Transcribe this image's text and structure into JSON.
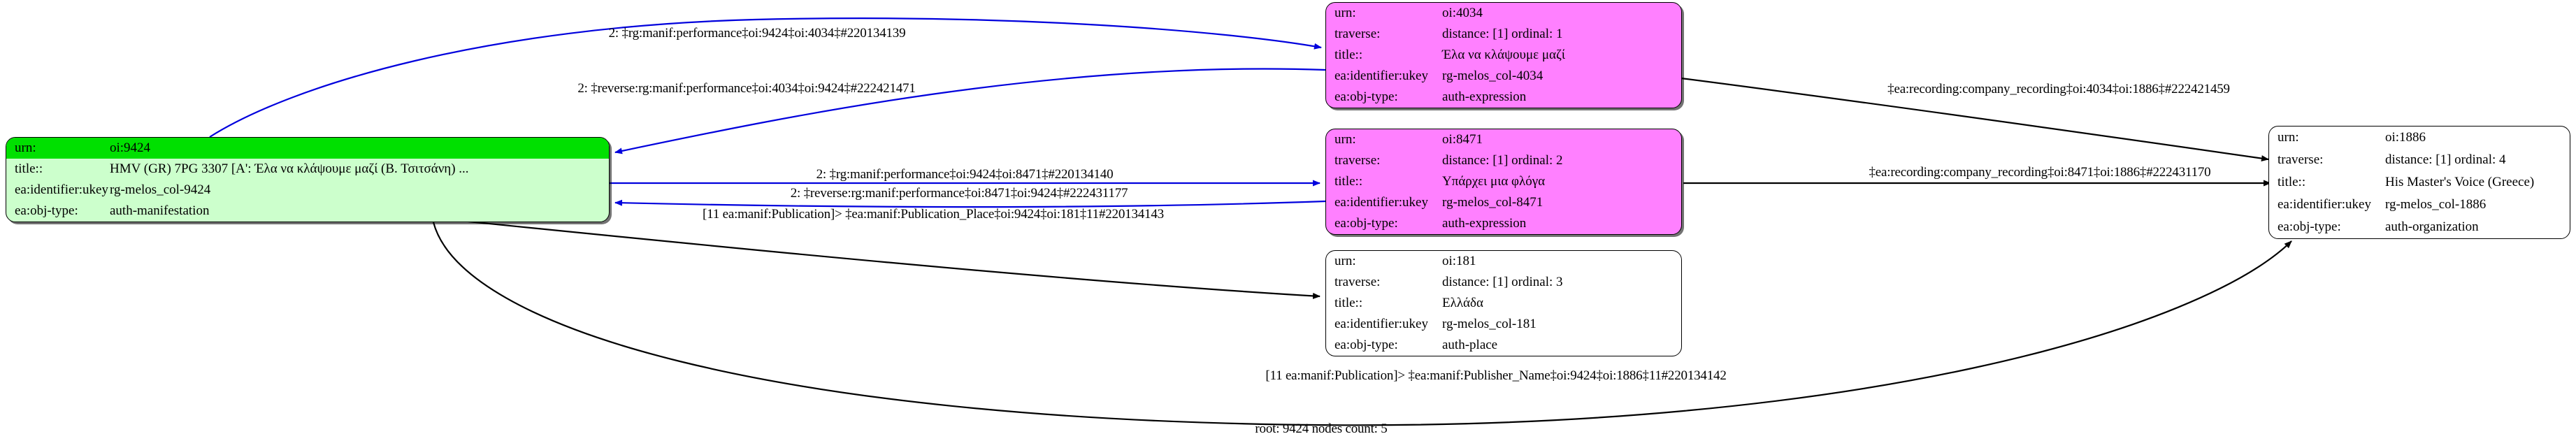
{
  "graph": {
    "footer": "root: 9424 nodes count: 5",
    "colors": {
      "green_fill": "#ccffcc",
      "green_header": "#00e000",
      "pink_fill": "#ff80ff",
      "plain_fill": "#ffffff",
      "blue_edge": "#0000dd",
      "black_edge": "#000000"
    }
  },
  "nodes": [
    {
      "id": "n9424",
      "style": "green",
      "rows": [
        {
          "key": "urn:",
          "value": "oi:9424",
          "highlight": true
        },
        {
          "key": "title::",
          "value": "HMV (GR) 7PG 3307 [A': Έλα να κλάψουμε μαζί (Β. Τσιτσάνη) ...",
          "highlight": false
        },
        {
          "key": "ea:identifier:ukey",
          "value": "rg-melos_col-9424",
          "highlight": false
        },
        {
          "key": "ea:obj-type:",
          "value": "auth-manifestation",
          "highlight": false
        }
      ]
    },
    {
      "id": "n4034",
      "style": "pink",
      "rows": [
        {
          "key": "urn:",
          "value": "oi:4034",
          "highlight": false
        },
        {
          "key": "traverse:",
          "value": "distance: [1]     ordinal: 1",
          "highlight": false
        },
        {
          "key": "title::",
          "value": "Έλα να κλάψουμε μαζί",
          "highlight": false
        },
        {
          "key": "ea:identifier:ukey",
          "value": "rg-melos_col-4034",
          "highlight": false
        },
        {
          "key": "ea:obj-type:",
          "value": "auth-expression",
          "highlight": false
        }
      ]
    },
    {
      "id": "n8471",
      "style": "pink",
      "rows": [
        {
          "key": "urn:",
          "value": "oi:8471",
          "highlight": false
        },
        {
          "key": "traverse:",
          "value": "distance: [1]     ordinal: 2",
          "highlight": false
        },
        {
          "key": "title::",
          "value": "Υπάρχει μια φλόγα",
          "highlight": false
        },
        {
          "key": "ea:identifier:ukey",
          "value": "rg-melos_col-8471",
          "highlight": false
        },
        {
          "key": "ea:obj-type:",
          "value": "auth-expression",
          "highlight": false
        }
      ]
    },
    {
      "id": "n181",
      "style": "plain",
      "rows": [
        {
          "key": "urn:",
          "value": "oi:181",
          "highlight": false
        },
        {
          "key": "traverse:",
          "value": "distance: [1]     ordinal: 3",
          "highlight": false
        },
        {
          "key": "title::",
          "value": "Ελλάδα",
          "highlight": false
        },
        {
          "key": "ea:identifier:ukey",
          "value": "rg-melos_col-181",
          "highlight": false
        },
        {
          "key": "ea:obj-type:",
          "value": "auth-place",
          "highlight": false
        }
      ]
    },
    {
      "id": "n1886",
      "style": "plain",
      "rows": [
        {
          "key": "urn:",
          "value": "oi:1886",
          "highlight": false
        },
        {
          "key": "traverse:",
          "value": "distance: [1]     ordinal: 4",
          "highlight": false
        },
        {
          "key": "title::",
          "value": "His Master's Voice (Greece)",
          "highlight": false
        },
        {
          "key": "ea:identifier:ukey",
          "value": "rg-melos_col-1886",
          "highlight": false
        },
        {
          "key": "ea:obj-type:",
          "value": "auth-organization",
          "highlight": false
        }
      ]
    }
  ],
  "edges": [
    {
      "id": "e1",
      "label": "2: ‡rg:manif:performance‡oi:9424‡oi:4034‡#220134139",
      "color": "#0000dd",
      "from": "n9424",
      "to": "n4034"
    },
    {
      "id": "e2",
      "label": "2: ‡reverse:rg:manif:performance‡oi:4034‡oi:9424‡#222421471",
      "color": "#0000dd",
      "from": "n4034",
      "to": "n9424"
    },
    {
      "id": "e3",
      "label": "2: ‡rg:manif:performance‡oi:9424‡oi:8471‡#220134140",
      "color": "#0000dd",
      "from": "n9424",
      "to": "n8471"
    },
    {
      "id": "e4",
      "label": "2: ‡reverse:rg:manif:performance‡oi:8471‡oi:9424‡#222431177",
      "color": "#0000dd",
      "from": "n8471",
      "to": "n9424"
    },
    {
      "id": "e5",
      "label": "[11 ea:manif:Publication]> ‡ea:manif:Publication_Place‡oi:9424‡oi:181‡11#220134143",
      "color": "#000000",
      "from": "n9424",
      "to": "n181"
    },
    {
      "id": "e6",
      "label": "‡ea:recording:company_recording‡oi:4034‡oi:1886‡#222421459",
      "color": "#000000",
      "from": "n4034",
      "to": "n1886"
    },
    {
      "id": "e7",
      "label": "‡ea:recording:company_recording‡oi:8471‡oi:1886‡#222431170",
      "color": "#000000",
      "from": "n8471",
      "to": "n1886"
    },
    {
      "id": "e8",
      "label": "[11 ea:manif:Publication]> ‡ea:manif:Publisher_Name‡oi:9424‡oi:1886‡11#220134142",
      "color": "#000000",
      "from": "n9424",
      "to": "n1886"
    }
  ]
}
